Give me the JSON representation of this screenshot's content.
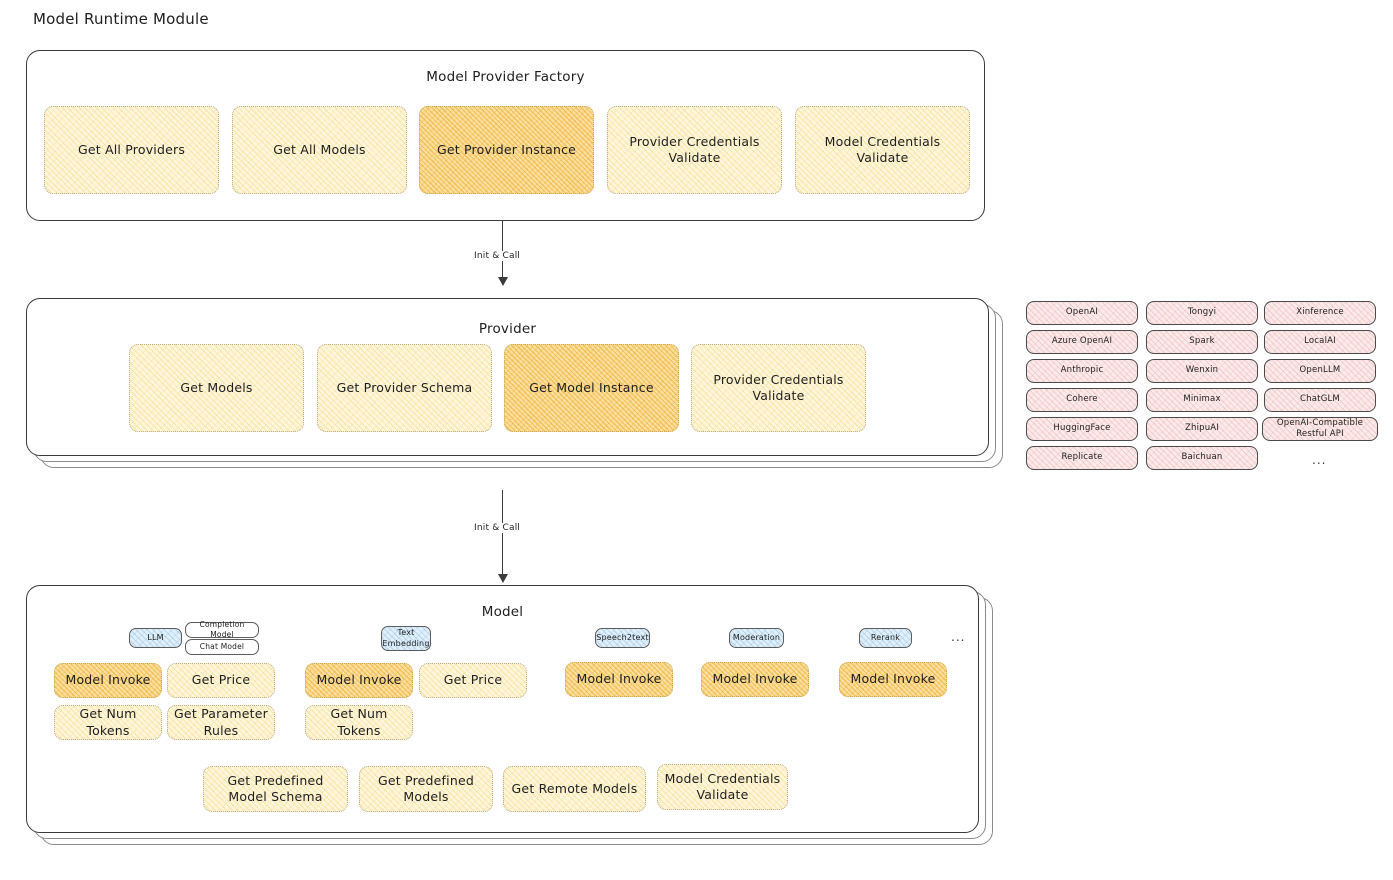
{
  "page": {
    "title": "Model Runtime Module"
  },
  "factory": {
    "title": "Model Provider Factory",
    "boxes": [
      {
        "label": "Get All Providers",
        "highlight": false
      },
      {
        "label": "Get All Models",
        "highlight": false
      },
      {
        "label": "Get Provider Instance",
        "highlight": true
      },
      {
        "label": "Provider Credentials Validate",
        "highlight": false
      },
      {
        "label": "Model Credentials Validate",
        "highlight": false
      }
    ]
  },
  "arrow1": {
    "label": "Init & Call"
  },
  "provider": {
    "title": "Provider",
    "boxes": [
      {
        "label": "Get Models",
        "highlight": false
      },
      {
        "label": "Get Provider Schema",
        "highlight": false
      },
      {
        "label": "Get Model Instance",
        "highlight": true
      },
      {
        "label": "Provider Credentials Validate",
        "highlight": false
      }
    ]
  },
  "arrow2": {
    "label": "Init & Call"
  },
  "provider_list": {
    "ellipsis": "...",
    "columns": [
      [
        "OpenAI",
        "Azure OpenAI",
        "Anthropic",
        "Cohere",
        "HuggingFace",
        "Replicate"
      ],
      [
        "Tongyi",
        "Spark",
        "Wenxin",
        "Minimax",
        "ZhipuAI",
        "Baichuan"
      ],
      [
        "Xinference",
        "LocalAI",
        "OpenLLM",
        "ChatGLM",
        "OpenAI-Compatible Restful API"
      ]
    ]
  },
  "model": {
    "title": "Model",
    "ellipsis": "...",
    "types": [
      {
        "badge": "LLM",
        "sub_badges": [
          "Completion Model",
          "Chat Model"
        ],
        "methods": [
          {
            "label": "Model Invoke",
            "highlight": true
          },
          {
            "label": "Get Price",
            "highlight": false
          },
          {
            "label": "Get Num Tokens",
            "highlight": false
          },
          {
            "label": "Get Parameter Rules",
            "highlight": false
          }
        ]
      },
      {
        "badge": "Text Embedding",
        "sub_badges": [],
        "methods": [
          {
            "label": "Model Invoke",
            "highlight": true
          },
          {
            "label": "Get Price",
            "highlight": false
          },
          {
            "label": "Get Num Tokens",
            "highlight": false
          }
        ]
      },
      {
        "badge": "Speech2text",
        "sub_badges": [],
        "methods": [
          {
            "label": "Model Invoke",
            "highlight": true
          }
        ]
      },
      {
        "badge": "Moderation",
        "sub_badges": [],
        "methods": [
          {
            "label": "Model Invoke",
            "highlight": true
          }
        ]
      },
      {
        "badge": "Rerank",
        "sub_badges": [],
        "methods": [
          {
            "label": "Model Invoke",
            "highlight": true
          }
        ]
      }
    ],
    "shared_methods": [
      "Get Predefined Model Schema",
      "Get Predefined Models",
      "Get Remote Models",
      "Model Credentials Validate"
    ]
  },
  "colors": {
    "yellow_fill": "#fdf6dd",
    "yellow_highlight": "#fbe0a4",
    "pink_fill": "#fbeaea",
    "blue_fill": "#e0eff9",
    "stroke": "#3b3b3b"
  }
}
